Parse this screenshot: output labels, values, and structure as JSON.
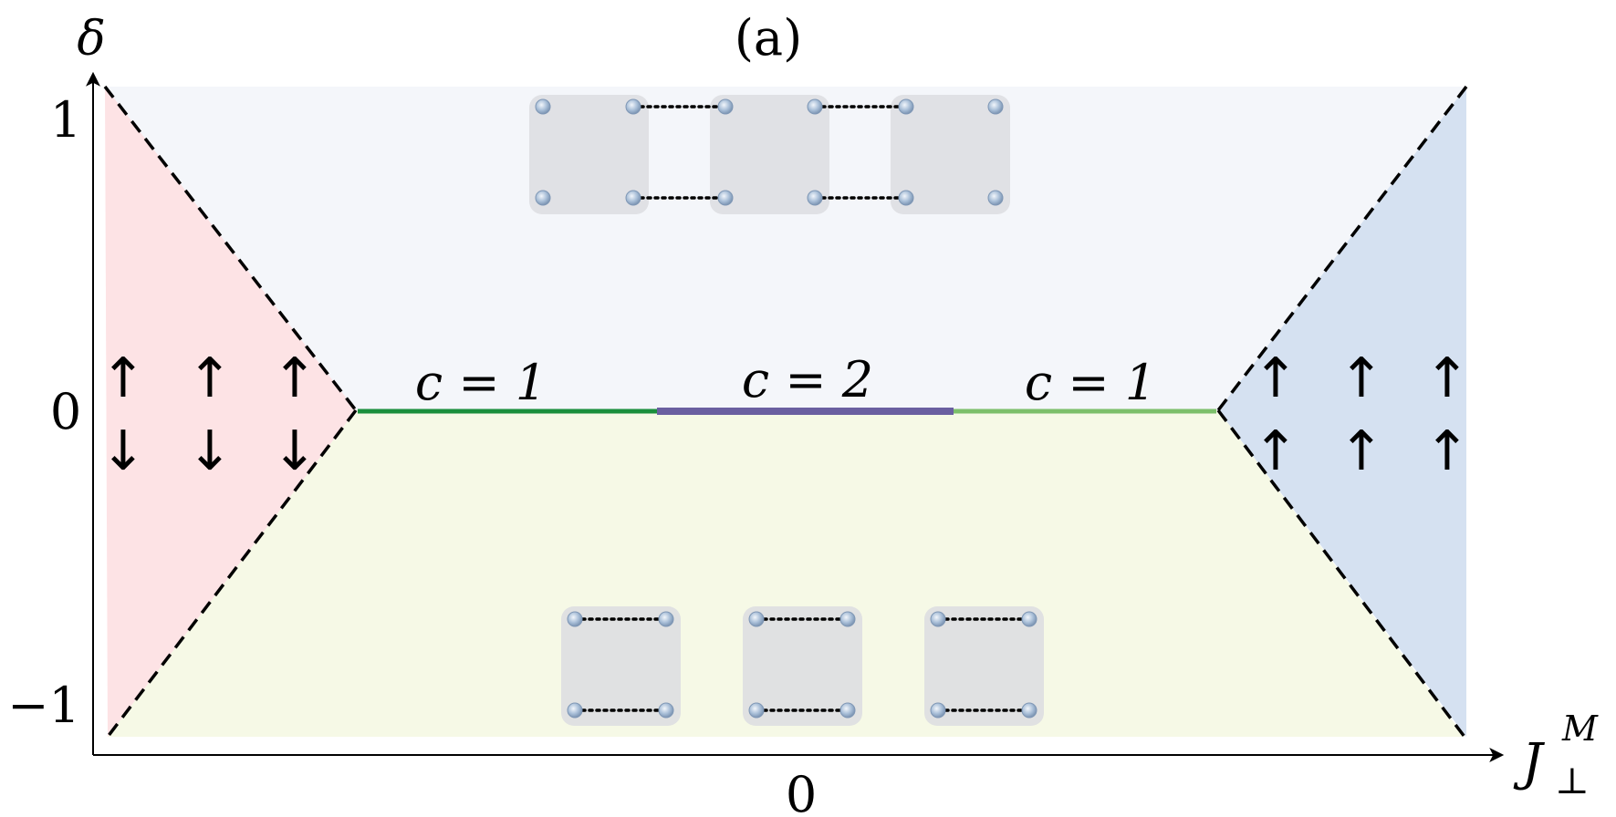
{
  "panel_label": "(a)",
  "axes": {
    "y_label": "δ",
    "x_label_base": "J",
    "x_label_sup": "M",
    "x_label_sub": "⊥",
    "y_ticks": [
      "1",
      "0",
      "−1"
    ],
    "x_ticks": [
      "0"
    ]
  },
  "phases": {
    "left": {
      "symbols_top": [
        "↑",
        "↑",
        "↑"
      ],
      "symbols_bottom": [
        "↓",
        "↓",
        "↓"
      ],
      "color": "#fde3e5"
    },
    "right": {
      "symbols_top": [
        "↑",
        "↑",
        "↑"
      ],
      "symbols_bottom": [
        "↑",
        "↑",
        "↑"
      ],
      "color": "#d5e1f1"
    },
    "top": {
      "color": "#f4f6fa"
    },
    "bottom": {
      "color": "#f6f9e6"
    }
  },
  "critical_lines": [
    {
      "label": "c = 1",
      "color": "#1a8f3c"
    },
    {
      "label": "c = 2",
      "color": "#6a5fa0"
    },
    {
      "label": "c = 1",
      "color": "#7cbf6a"
    }
  ],
  "dimer_insets": {
    "top": {
      "plaquettes": 3,
      "bond_pattern": "inter-plaquette"
    },
    "bottom": {
      "plaquettes": 3,
      "bond_pattern": "intra-plaquette"
    }
  }
}
